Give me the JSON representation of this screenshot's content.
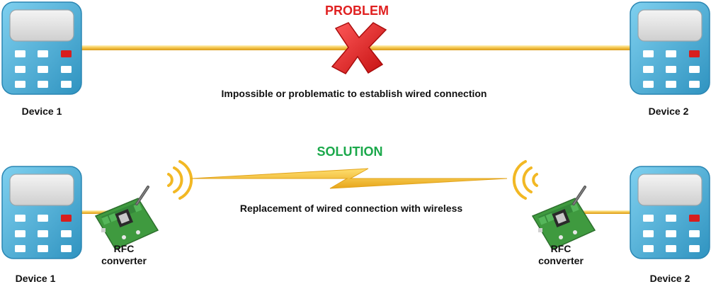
{
  "problem": {
    "title": "PROBLEM",
    "title_color": "#e02020",
    "caption": "Impossible or problematic to establish wired connection",
    "left_device": "Device 1",
    "right_device": "Device 2",
    "marker_icon": "red-cross-icon"
  },
  "solution": {
    "title": "SOLUTION",
    "title_color": "#1aa84a",
    "caption": "Replacement of wired connection with wireless",
    "left_device": "Device 1",
    "right_device": "Device 2",
    "left_converter": {
      "line1": "RFC",
      "line2": "converter"
    },
    "right_converter": {
      "line1": "RFC",
      "line2": "converter"
    },
    "link_icon": "lightning-bolt-icon",
    "signal_icon": "radio-waves-icon"
  },
  "colors": {
    "wire": "#f0c040",
    "device_body": "#4fb1d8",
    "device_key": "#ffffff",
    "device_key_active": "#d81e1e",
    "screen": "#e0e0e0",
    "board": "#3f9a3f"
  }
}
